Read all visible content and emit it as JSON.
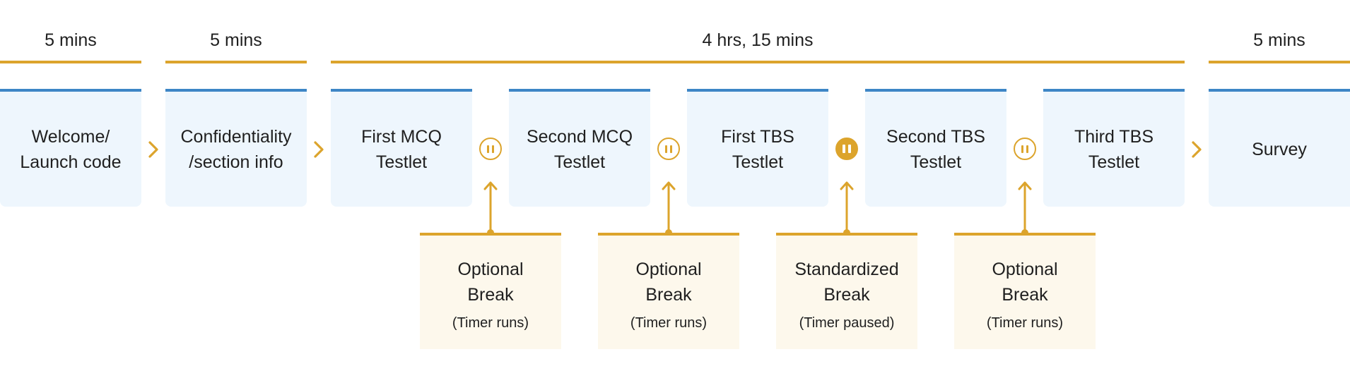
{
  "durations": {
    "welcome": "5 mins",
    "confidentiality": "5 mins",
    "testing": "4 hrs, 15 mins",
    "survey": "5 mins"
  },
  "steps": [
    {
      "label": "Welcome/\nLaunch code"
    },
    {
      "label": "Confidentiality\n/section info"
    },
    {
      "label": "First MCQ\nTestlet"
    },
    {
      "label": "Second MCQ\nTestlet"
    },
    {
      "label": "First TBS\nTestlet"
    },
    {
      "label": "Second TBS\nTestlet"
    },
    {
      "label": "Third TBS\nTestlet"
    },
    {
      "label": "Survey"
    }
  ],
  "breaks": [
    {
      "title": "Optional\nBreak",
      "note": "(Timer runs)"
    },
    {
      "title": "Optional\nBreak",
      "note": "(Timer runs)"
    },
    {
      "title": "Standardized\nBreak",
      "note": "(Timer paused)"
    },
    {
      "title": "Optional\nBreak",
      "note": "(Timer runs)"
    }
  ],
  "icons": {
    "chevron": "chevron-right-icon",
    "pause": "pause-circle-icon",
    "pause_filled": "pause-circle-filled-icon"
  },
  "colors": {
    "accent_gold": "#dca42c",
    "accent_blue": "#3d86c6",
    "step_bg": "#eef6fd",
    "break_bg": "#fdf8ec"
  }
}
